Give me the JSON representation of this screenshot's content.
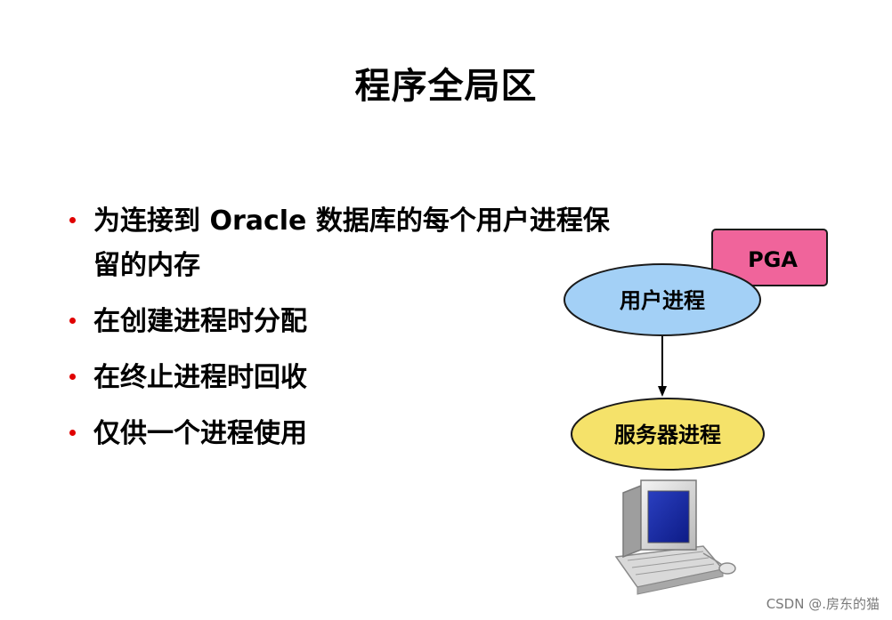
{
  "title": "程序全局区",
  "bullets": [
    "为连接到 Oracle 数据库的每个用户进程保留的内存",
    "在创建进程时分配",
    "在终止进程时回收",
    "仅供一个进程使用"
  ],
  "diagram": {
    "pga_label": "PGA",
    "user_process_label": "用户进程",
    "server_process_label": "服务器进程",
    "colors": {
      "pga_fill": "#f0649b",
      "user_process_fill": "#a3d0f6",
      "server_process_fill": "#f5e26a",
      "bullet": "#e00000"
    }
  },
  "watermark": "CSDN @.房东的猫"
}
